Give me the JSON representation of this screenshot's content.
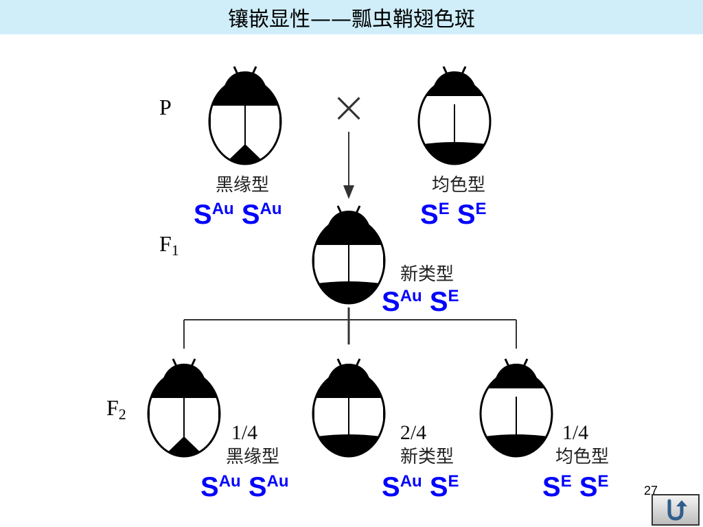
{
  "slide": {
    "title": "镶嵌显性——瓢虫鞘翅色斑",
    "page_number": "27"
  },
  "generations": {
    "p": "P",
    "f1": "F",
    "f1_sub": "1",
    "f2": "F",
    "f2_sub": "2",
    "cross_symbol": "×"
  },
  "phenotypes": {
    "p_left": "黑缘型",
    "p_right": "均色型",
    "f1": "新类型",
    "f2_left": "黑缘型",
    "f2_mid": "新类型",
    "f2_right": "均色型"
  },
  "ratios": {
    "f2_left": "1/4",
    "f2_mid": "2/4",
    "f2_right": "1/4"
  },
  "genotypes": {
    "p_left": {
      "a1": "S",
      "a1_sup": "Au",
      "a2": "S",
      "a2_sup": "Au"
    },
    "p_right": {
      "a1": "S",
      "a1_sup": "E",
      "a2": "S",
      "a2_sup": "E"
    },
    "f1": {
      "a1": "S",
      "a1_sup": "Au",
      "a2": "S",
      "a2_sup": "E"
    },
    "f2_left": {
      "a1": "S",
      "a1_sup": "Au",
      "a2": "S",
      "a2_sup": "Au"
    },
    "f2_mid": {
      "a1": "S",
      "a1_sup": "Au",
      "a2": "S",
      "a2_sup": "E"
    },
    "f2_right": {
      "a1": "S",
      "a1_sup": "E",
      "a2": "S",
      "a2_sup": "E"
    }
  },
  "colors": {
    "title_background": "#cfeefa",
    "genotype_text": "#0000ff"
  },
  "icons": {
    "nav": "return-u-arrow-icon"
  }
}
